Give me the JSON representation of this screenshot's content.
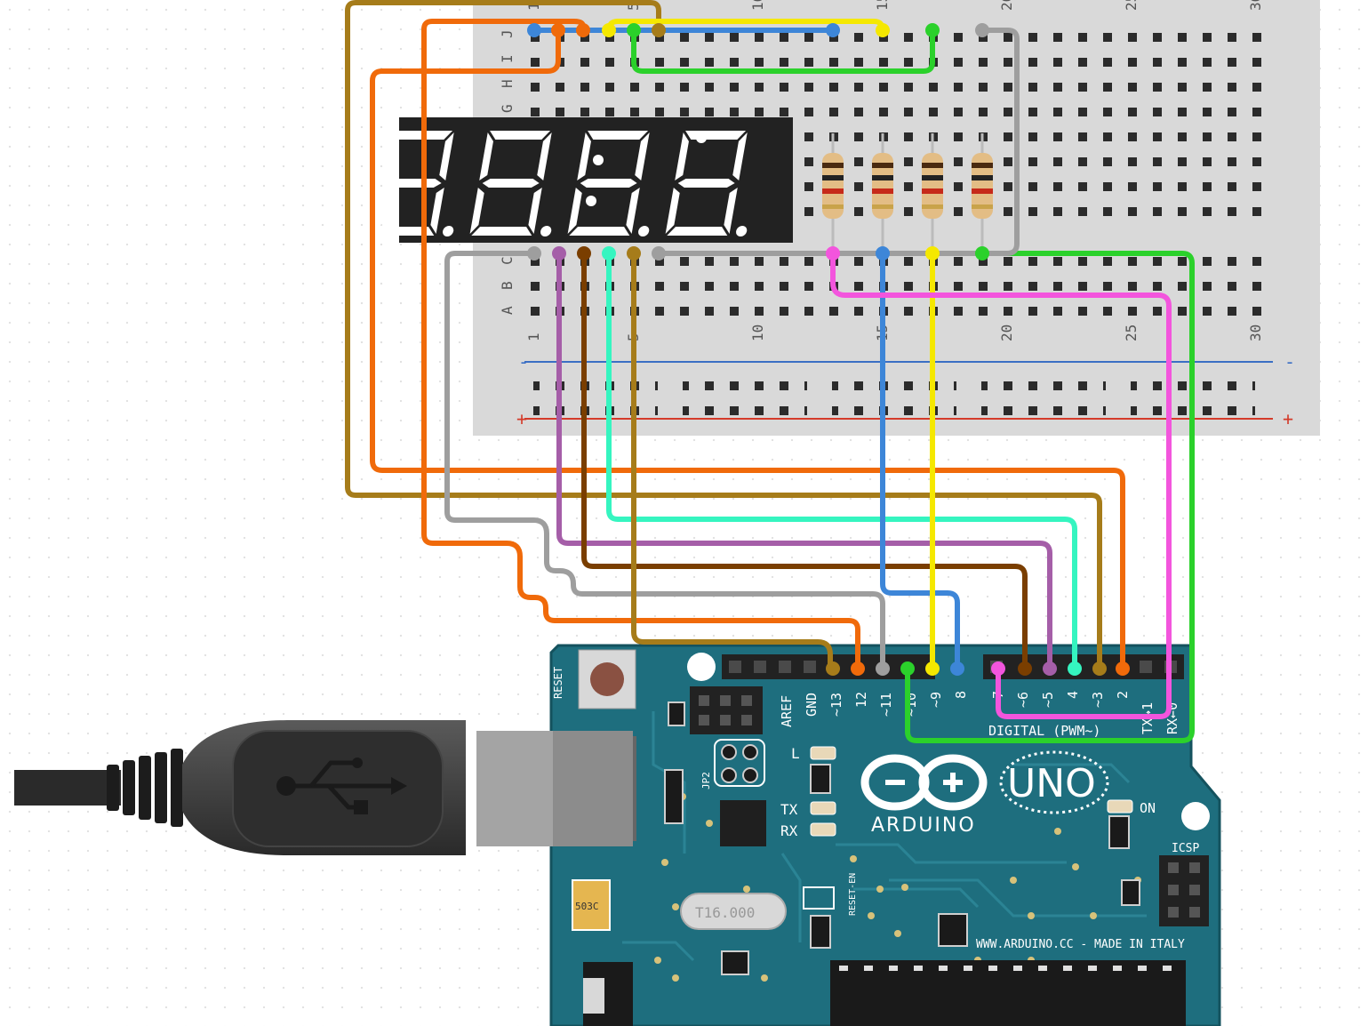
{
  "breadboard": {
    "rows": [
      "A",
      "B",
      "C",
      "G",
      "H",
      "I",
      "J"
    ],
    "column_numbers": [
      "1",
      "5",
      "10",
      "15",
      "20",
      "25",
      "30"
    ],
    "rail_minus": "-",
    "rail_plus": "+"
  },
  "display": {
    "digits": 4,
    "colon": true
  },
  "arduino": {
    "brand": "ARDUINO",
    "model": "UNO",
    "reset_label": "RESET",
    "digital_label": "DIGITAL (PWM~)",
    "pin_labels": [
      "AREF",
      "GND",
      "~13",
      "12",
      "~11",
      "~10",
      "~9",
      "8",
      "7",
      "~6",
      "~5",
      "4",
      "~3",
      "2",
      "TX→1",
      "RX←0"
    ],
    "website": "WWW.ARDUINO.CC - MADE IN ITALY",
    "crystal": "T16.000",
    "icsp_label": "ICSP",
    "on_label": "ON",
    "l_label": "L",
    "tx_label": "TX",
    "rx_label": "RX",
    "jp2_label": "JP2",
    "reset_en_label": "RESET-EN",
    "cap_label": "503C"
  },
  "colors": {
    "board": "#1e6e7e",
    "board_dark": "#14525e",
    "breadboard": "#d9d9d9",
    "wire_orange": "#f06a0a",
    "wire_brown_gold": "#a67c1a",
    "wire_brown": "#7a3e00",
    "wire_purple": "#a55ea8",
    "wire_cyan": "#35f5c0",
    "wire_gray": "#9e9e9e",
    "wire_blue": "#3d86d8",
    "wire_yellow": "#f5e800",
    "wire_green": "#2bd12b",
    "wire_magenta": "#f355dd",
    "rail_blue": "#3b6fc4",
    "rail_red": "#d43b2a"
  }
}
